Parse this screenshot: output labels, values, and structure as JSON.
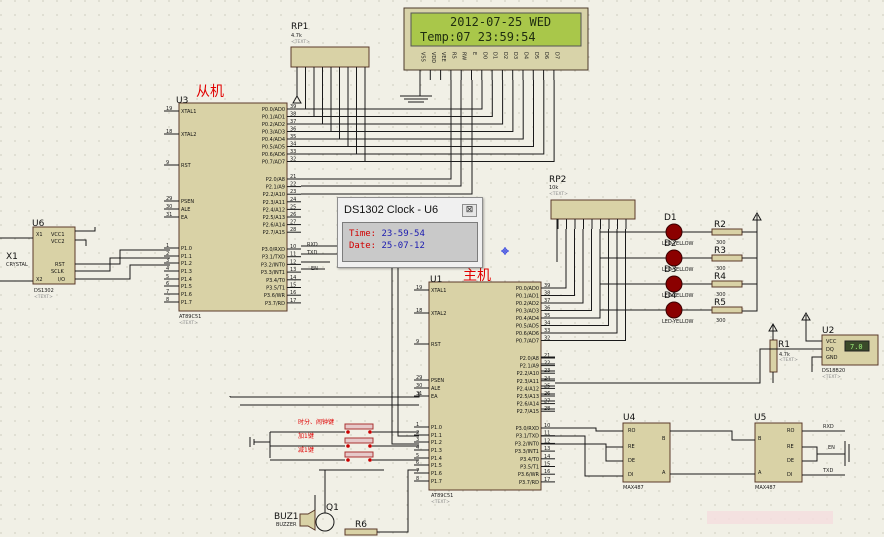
{
  "lcd": {
    "line1": "2012-07-25 WED",
    "line2": "Temp:07  23:59:54",
    "pins": [
      "VSS",
      "VDD",
      "VEE",
      "RS",
      "RW",
      "E",
      "D0",
      "D1",
      "D2",
      "D3",
      "D4",
      "D5",
      "D6",
      "D7"
    ]
  },
  "rp1": {
    "ref": "RP1",
    "value": "4.7k"
  },
  "rp2": {
    "ref": "RP2",
    "value": "10k"
  },
  "u3": {
    "ref": "U3",
    "role": "从机",
    "part": "AT89C51",
    "left_pins": [
      "XTAL1",
      "XTAL2",
      "RST",
      "PSEN",
      "ALE",
      "EA",
      "P1.0",
      "P1.1",
      "P1.2",
      "P1.3",
      "P1.4",
      "P1.5",
      "P1.6",
      "P1.7"
    ],
    "left_nums": [
      "19",
      "18",
      "9",
      "29",
      "30",
      "31",
      "1",
      "2",
      "3",
      "4",
      "5",
      "6",
      "7",
      "8"
    ],
    "right_pins": [
      "P0.0/AD0",
      "P0.1/AD1",
      "P0.2/AD2",
      "P0.3/AD3",
      "P0.4/AD4",
      "P0.5/AD5",
      "P0.6/AD6",
      "P0.7/AD7",
      "P2.0/A8",
      "P2.1/A9",
      "P2.2/A10",
      "P2.3/A11",
      "P2.4/A12",
      "P2.5/A13",
      "P2.6/A14",
      "P2.7/A15",
      "P3.0/RXD",
      "P3.1/TXD",
      "P3.2/INT0",
      "P3.3/INT1",
      "P3.4/T0",
      "P3.5/T1",
      "P3.6/WR",
      "P3.7/RD"
    ],
    "right_nums": [
      "39",
      "38",
      "37",
      "36",
      "35",
      "34",
      "33",
      "32",
      "21",
      "22",
      "23",
      "24",
      "25",
      "26",
      "27",
      "28",
      "10",
      "11",
      "12",
      "13",
      "14",
      "15",
      "16",
      "17"
    ]
  },
  "u1": {
    "ref": "U1",
    "role": "主机",
    "part": "AT89C51"
  },
  "u6": {
    "ref": "U6",
    "part": "DS1302",
    "pins_left": [
      "X1",
      "X2"
    ],
    "pins_right": [
      "VCC1",
      "VCC2",
      "RST",
      "SCLK",
      "I/O"
    ]
  },
  "x1": {
    "ref": "X1",
    "part": "CRYSTAL"
  },
  "comm_labels": {
    "rxd": "RXD",
    "txd": "TXD",
    "en": "EN"
  },
  "dialog": {
    "title": "DS1302 Clock - U6",
    "close": "⊠",
    "time_label": "Time:",
    "time_value": "23-59-54",
    "date_label": "Date:",
    "date_value": "25-07-12"
  },
  "leds": [
    {
      "ref": "D1",
      "part": "LED-YELLOW",
      "r": "R2",
      "rv": "300"
    },
    {
      "ref": "D2",
      "part": "LED-YELLOW",
      "r": "R3",
      "rv": "300"
    },
    {
      "ref": "D3",
      "part": "LED-YELLOW",
      "r": "R4",
      "rv": "300"
    },
    {
      "ref": "D4",
      "part": "LED-YELLOW",
      "r": "R5",
      "rv": "300"
    }
  ],
  "r1": {
    "ref": "R1",
    "value": "4.7k"
  },
  "u2": {
    "ref": "U2",
    "part": "DS18B20",
    "display": "7.0",
    "pins": [
      "VCC",
      "DQ",
      "GND"
    ]
  },
  "buttons": [
    "时分、闹钟键",
    "加1键",
    "减1键"
  ],
  "u4": {
    "ref": "U4",
    "part": "MAX487",
    "pins_left": [
      "RO",
      "RE",
      "DE",
      "DI"
    ],
    "pins_right": [
      "B",
      "A"
    ]
  },
  "u5": {
    "ref": "U5",
    "part": "MAX487",
    "pins_left": [
      "B",
      "A"
    ],
    "pins_right": [
      "RO",
      "RE",
      "DE",
      "DI"
    ],
    "side_labels": [
      "RXD",
      "EN",
      "TXD"
    ]
  },
  "buz": {
    "ref": "BUZ1",
    "part": "BUZZER"
  },
  "q1": {
    "ref": "Q1"
  },
  "r6": {
    "ref": "R6"
  },
  "text_tag": "<TEXT>",
  "colors": {
    "background": "#f1f0e6",
    "chip": "#d9d2a6",
    "lcd": "#a9c74a",
    "chinese": "#e00000",
    "led": "#8b0000"
  }
}
